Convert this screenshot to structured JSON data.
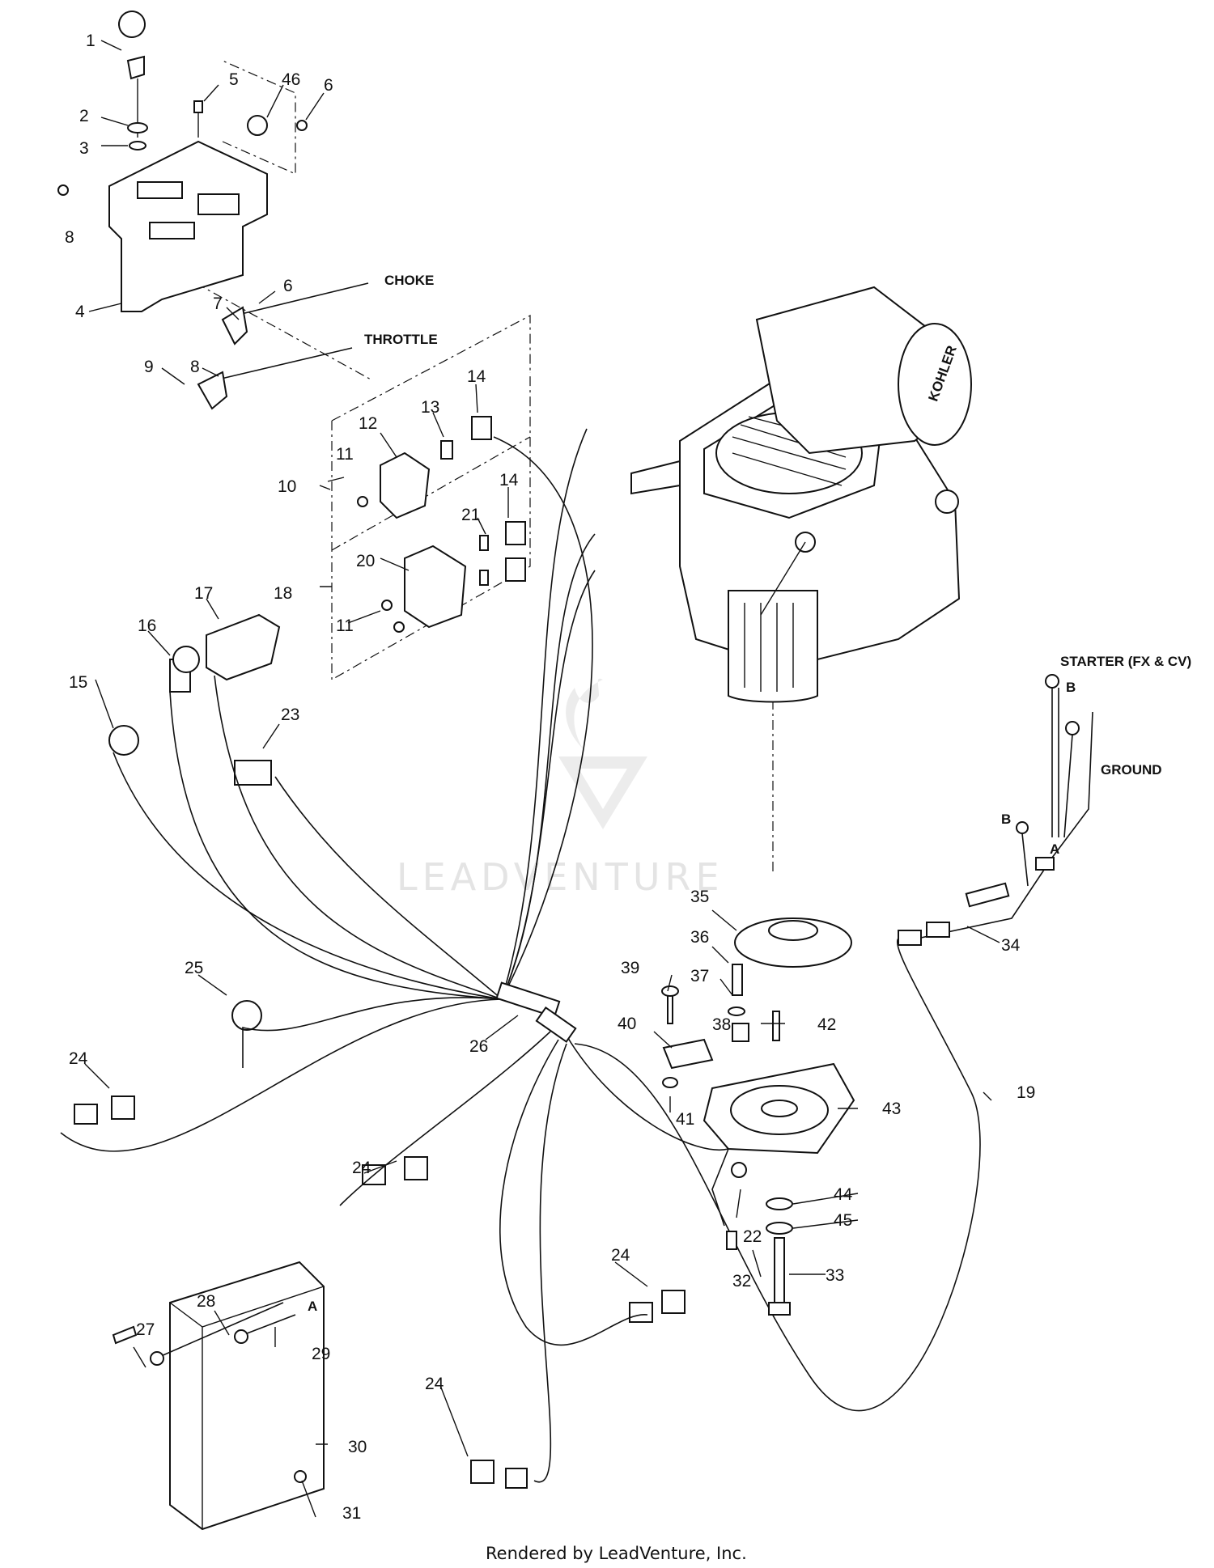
{
  "diagram": {
    "callouts": [
      "1",
      "2",
      "3",
      "4",
      "5",
      "46",
      "6",
      "6",
      "7",
      "8",
      "8",
      "9",
      "10",
      "11",
      "12",
      "13",
      "14",
      "14",
      "11",
      "18",
      "20",
      "21",
      "15",
      "16",
      "17",
      "23",
      "25",
      "24",
      "24",
      "24",
      "24",
      "26",
      "27",
      "28",
      "29",
      "30",
      "31",
      "A",
      "A",
      "B",
      "B",
      "19",
      "32",
      "22",
      "33",
      "34",
      "35",
      "36",
      "37",
      "38",
      "39",
      "40",
      "41",
      "42",
      "43",
      "44",
      "45"
    ],
    "captions": {
      "choke": "CHOKE",
      "throttle": "THROTTLE",
      "starter": "STARTER (FX & CV)",
      "ground": "GROUND",
      "engine_brand": "KOHLER"
    },
    "watermark": "LEADVENTURE",
    "footer": "Rendered by LeadVenture, Inc."
  }
}
